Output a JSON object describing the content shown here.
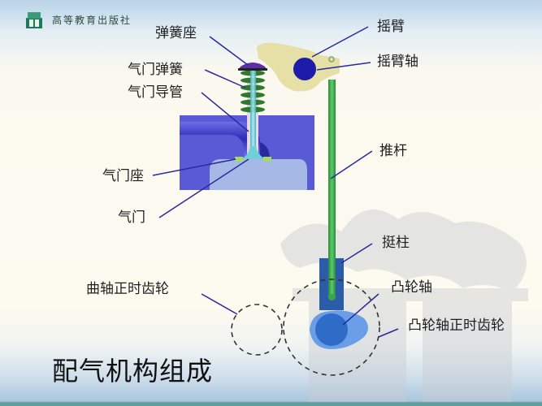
{
  "header": {
    "publisher": "高等教育出版社",
    "logo_icon": "publisher-book-logo-icon"
  },
  "title": "配气机构组成",
  "labels": {
    "spring_seat": "弹簧座",
    "valve_spring": "气门弹簧",
    "valve_guide": "气门导管",
    "valve_seat": "气门座",
    "valve": "气门",
    "rocker_arm": "摇臂",
    "rocker_shaft": "摇臂轴",
    "push_rod": "推杆",
    "tappet": "挺柱",
    "camshaft": "凸轮轴",
    "camshaft_timing_gear": "凸轮轴正时齿轮",
    "crankshaft_timing_gear": "曲轴正时齿轮"
  },
  "colors": {
    "cylinder_head": "#5a5ad6",
    "combustion_chamber": "#a6b9e6",
    "intake_port": "#3b3bbf",
    "valve": "#6fd0d8",
    "spring": "#2f7a2f",
    "spring_seat": "#5b2fa8",
    "rocker_arm": "#e6dfa6",
    "rocker_shaft": "#1c1ca8",
    "push_rod": "#3aa64a",
    "tappet": "#2a5caa",
    "cam_outer": "#6a9ee6",
    "cam_inner": "#2f6cc8",
    "leader_line": "#2a2a9a",
    "gear_outline": "#333333"
  }
}
